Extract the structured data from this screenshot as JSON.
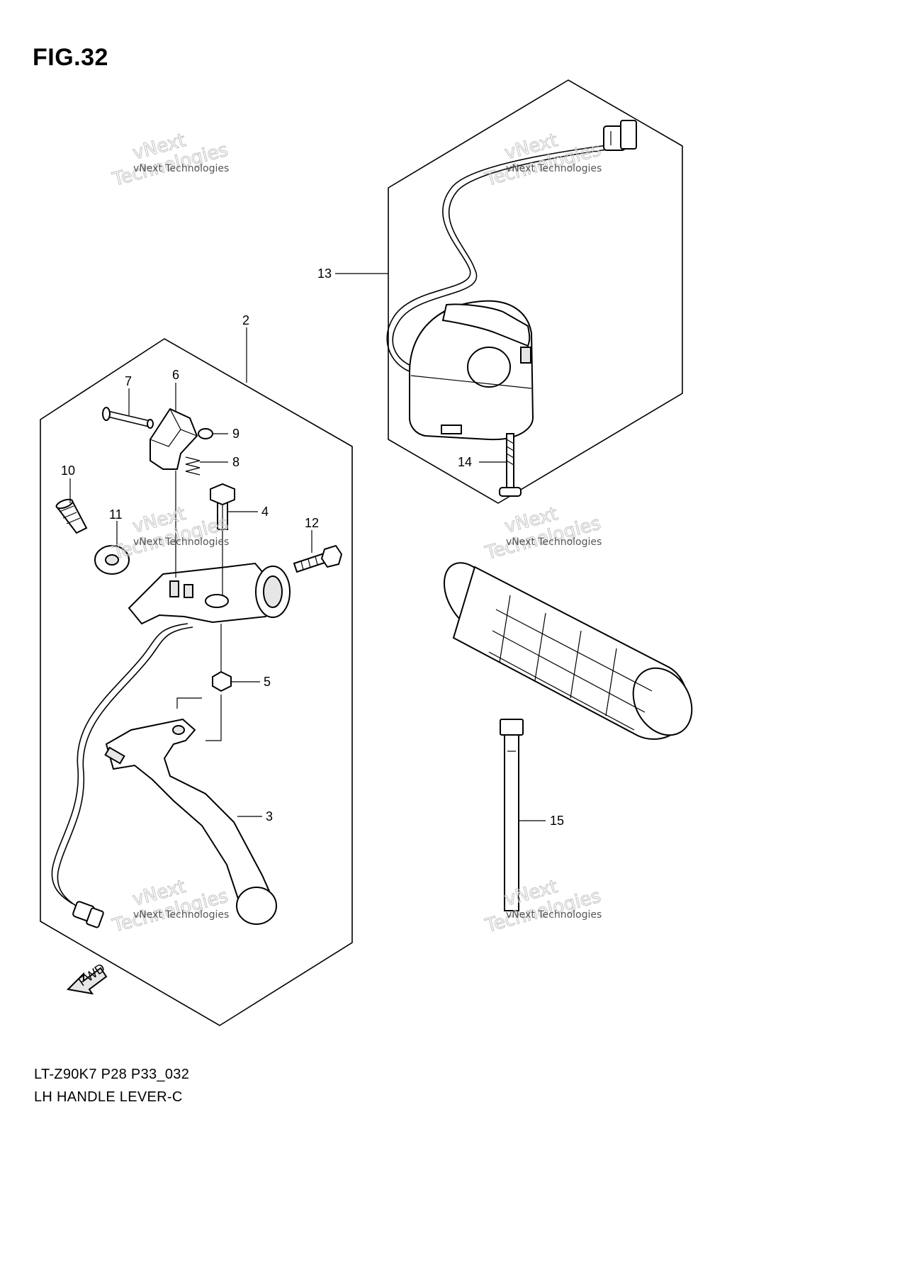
{
  "figure": {
    "title": "FIG.32"
  },
  "captions": {
    "model_code": "LT-Z90K7 P28 P33_032",
    "part_name": "LH HANDLE LEVER-C"
  },
  "callouts": [
    "13",
    "2",
    "7",
    "6",
    "9",
    "8",
    "10",
    "4",
    "11",
    "12",
    "5",
    "3",
    "14",
    "15"
  ],
  "fwd_label": "FWD",
  "watermark": {
    "small": "vNext Technologies",
    "big_top": "vNext",
    "big_bottom": "Technologies"
  }
}
